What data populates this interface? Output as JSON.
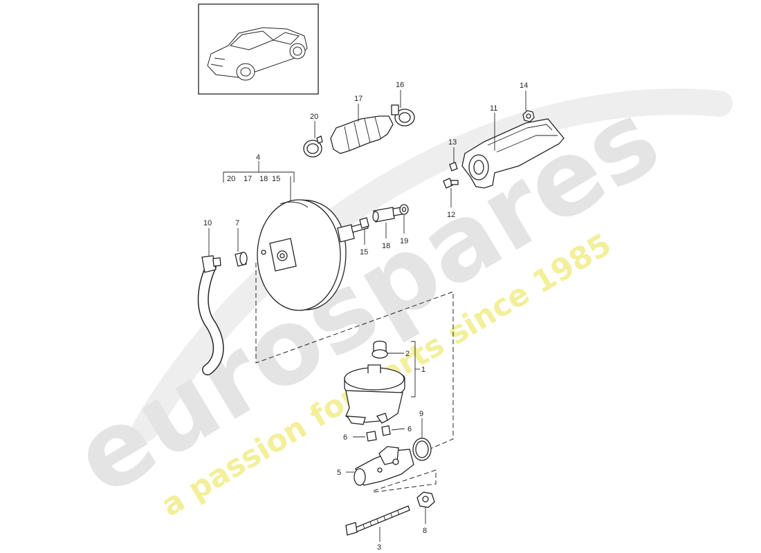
{
  "thumbnail": {
    "icon": "car-thumbnail-icon"
  },
  "watermark": {
    "brand": "eurospares",
    "tagline": "a passion for parts since 1985",
    "brand_color": "#e4e4e4",
    "tagline_color": "#f3ef9a"
  },
  "assembly_group": {
    "number": "4",
    "members": [
      "20",
      "17",
      "18",
      "15"
    ]
  },
  "callouts": {
    "c1": "1",
    "c2": "2",
    "c3": "3",
    "c5": "5",
    "c6a": "6",
    "c6b": "6",
    "c7": "7",
    "c8": "8",
    "c9": "9",
    "c10": "10",
    "c11": "11",
    "c12": "12",
    "c13": "13",
    "c14": "14",
    "c15": "15",
    "c16": "16",
    "c17": "17",
    "c18": "18",
    "c19": "19",
    "c20": "20"
  }
}
